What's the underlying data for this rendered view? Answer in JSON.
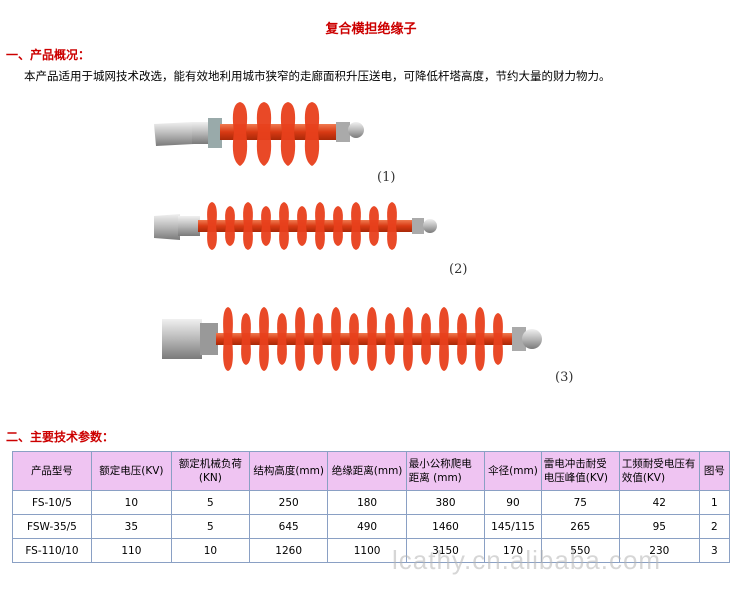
{
  "title": "复合横担绝缘子",
  "section1": {
    "heading": "一、产品概况：",
    "text": "本产品适用于城网技术改选，能有效地利用城市狭窄的走廊面积升压送电，可降低杆塔高度，节约大量的财力物力。"
  },
  "figures": [
    "(1)",
    "(2)",
    "(3)"
  ],
  "section2": {
    "heading": "二、主要技术参数："
  },
  "table": {
    "headers": [
      "产品型号",
      "额定电压(KV)",
      "额定机械负荷(KN)",
      "结构高度(mm)",
      "绝缘距离(mm)",
      "最小公称爬电距离 (mm)",
      "伞径(mm)",
      "雷电冲击耐受电压峰值(KV)",
      "工频耐受电压有效值(KV)",
      "图号"
    ],
    "rows": [
      [
        "FS-10/5",
        "10",
        "5",
        "250",
        "180",
        "380",
        "90",
        "75",
        "42",
        "1"
      ],
      [
        "FSW-35/5",
        "35",
        "5",
        "645",
        "490",
        "1460",
        "145/115",
        "265",
        "95",
        "2"
      ],
      [
        "FS-110/10",
        "110",
        "10",
        "1260",
        "1100",
        "3150",
        "170",
        "550",
        "230",
        "3"
      ]
    ]
  },
  "watermark": "lcathy.cn.alibaba.com",
  "colors": {
    "heading": "#cc0000",
    "header_bg": "#efc4f2",
    "insulator": "#e8401c"
  }
}
